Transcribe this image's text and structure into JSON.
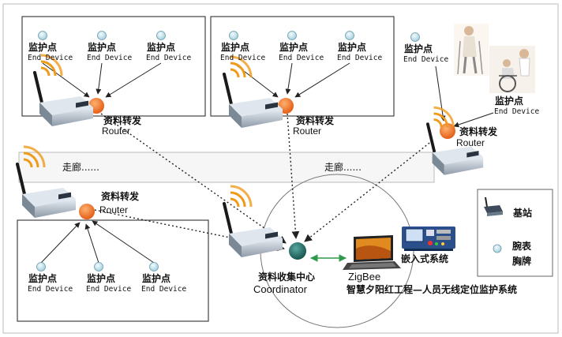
{
  "labels": {
    "monitor_point": "监护点",
    "end_device": "End Device",
    "relay": "资料转发",
    "router": "Router",
    "corridor": "走廊......",
    "collector": "资料收集中心",
    "coordinator": "Coordinator",
    "zigbee": "ZigBee",
    "embedded": "嵌入式系统",
    "project_title": "智慧夕阳红工程—人员无线定位监护系统",
    "legend_base": "基站",
    "legend_wrist_1": "腕表",
    "legend_wrist_2": "胸牌"
  },
  "colors": {
    "router_node": "#f07020",
    "coordinator_node": "#1e6a66",
    "end_device_node": "#bfe3ee",
    "wave": "#f09a1a",
    "arrow_green": "#2e9a4a",
    "frame": "#999999"
  },
  "icons": {
    "base_station": "base-station-icon",
    "wifi": "wifi-waves-icon",
    "laptop": "laptop-icon",
    "embedded_board": "embedded-board-icon",
    "elderly_photo": "elderly-person-photo"
  }
}
